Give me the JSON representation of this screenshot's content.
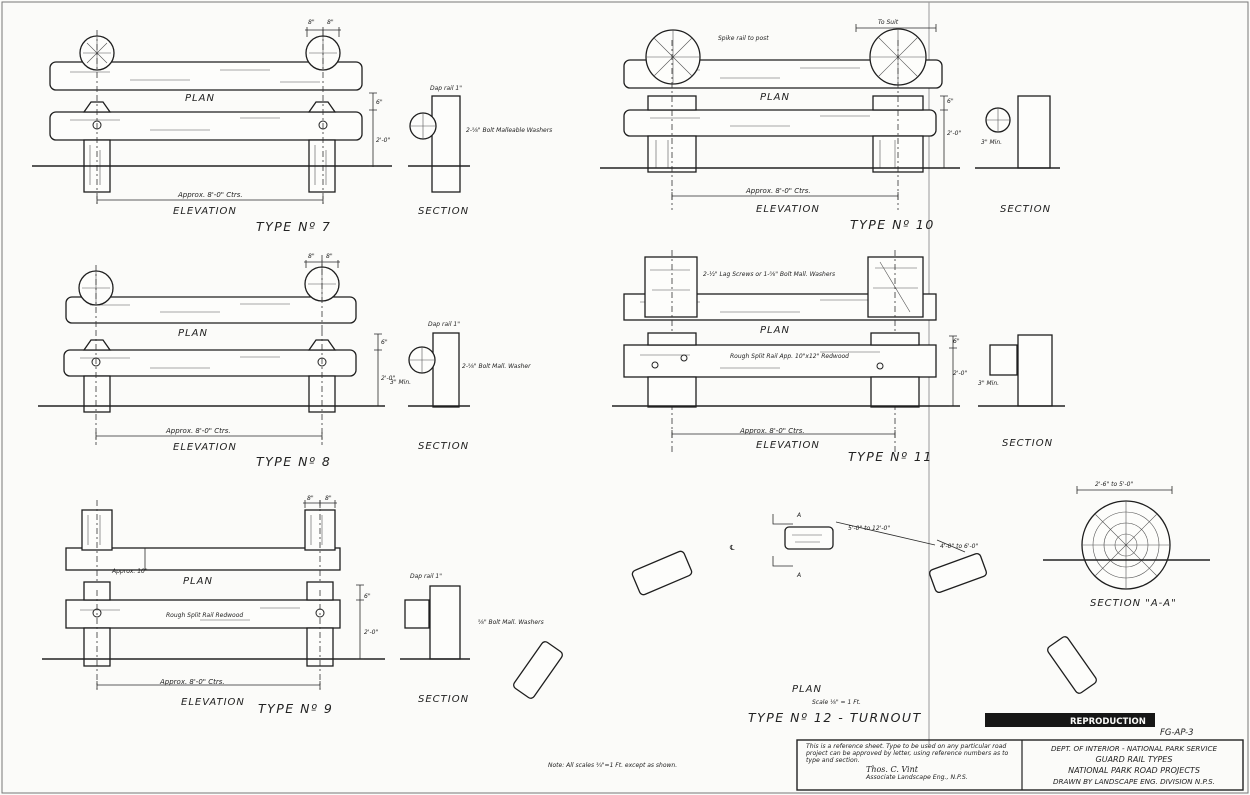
{
  "sheet": {
    "sheet_id": "FG-AP-3",
    "stamp": "REPRODUCTION"
  },
  "type7": {
    "plan": "PLAN",
    "elevation": "ELEVATION",
    "section": "SECTION",
    "type": "TYPE Nº 7",
    "spacing": "Approx. 8'-0\" Ctrs.",
    "dim_top_a": "8\"",
    "dim_top_b": "8\"",
    "dap": "Dap rail 1\"",
    "bolt": "2-⅝\" Bolt Malleable Washers",
    "h1": "6\"",
    "h2": "2'-0\""
  },
  "type8": {
    "plan": "PLAN",
    "elevation": "ELEVATION",
    "section": "SECTION",
    "type": "TYPE Nº 8",
    "spacing": "Approx. 8'-0\" Ctrs.",
    "dim_top_a": "8\"",
    "dim_top_b": "8\"",
    "dap": "Dap rail 1\"",
    "bolt": "2-⅝\" Bolt Mall. Washer",
    "min": "3\" Min.",
    "h1": "6\"",
    "h2": "2'-0\""
  },
  "type9": {
    "plan": "PLAN",
    "elevation": "ELEVATION",
    "section": "SECTION",
    "type": "TYPE Nº 9",
    "spacing": "Approx. 8'-0\" Ctrs.",
    "dim_top_a": "8\"",
    "dim_top_b": "8\"",
    "dap": "Dap rail 1\"",
    "bolt": "⅝\" Bolt Mall. Washers",
    "rail": "Rough Split Rail Redwood",
    "approx": "Approx. 10\"",
    "h1": "6\"",
    "h2": "2'-0\""
  },
  "type10": {
    "plan": "PLAN",
    "elevation": "ELEVATION",
    "section": "SECTION",
    "type": "TYPE Nº 10",
    "spacing": "Approx. 8'-0\" Ctrs.",
    "spike": "Spike rail to post",
    "to_suit": "To Suit",
    "min": "3\" Min.",
    "h1": "6\"",
    "h2": "2'-0\""
  },
  "type11": {
    "plan": "PLAN",
    "elevation": "ELEVATION",
    "section": "SECTION",
    "type": "TYPE Nº 11",
    "spacing": "Approx. 8'-0\" Ctrs.",
    "lag": "2-½\" Lag Screws or 1-⅝\" Bolt Mall. Washers",
    "rail": "Rough Split Rail   App. 10\"x12\" Redwood",
    "min": "3\" Min.",
    "h1": "6\"",
    "h2": "2'-0\""
  },
  "type12": {
    "plan": "PLAN",
    "scale": "Scale ⅛\" = 1 Ft.",
    "type": "TYPE Nº 12 - TURNOUT",
    "spacing": "5'-0\" to 12'-0\"",
    "size": "4'-0\" to 6'-0\"",
    "a1": "A",
    "a2": "A",
    "cl": "℄",
    "section_aa": "SECTION \"A-A\"",
    "dia": "2'-6\" to 5'-0\""
  },
  "note": "Note: All scales ¾\"=1 Ft. except as shown.",
  "title_block": {
    "reference": "This is a reference sheet. Type to be used on any particular road project can be approved by letter, using reference numbers as to type and section.",
    "signature": "Thos. C. Vint",
    "signer": "Associate Landscape Eng., N.P.S.",
    "line1": "DEPT. OF INTERIOR - NATIONAL PARK SERVICE",
    "line2": "GUARD RAIL TYPES",
    "line3": "NATIONAL PARK ROAD PROJECTS",
    "line4": "DRAWN BY LANDSCAPE ENG. DIVISION N.P.S."
  }
}
